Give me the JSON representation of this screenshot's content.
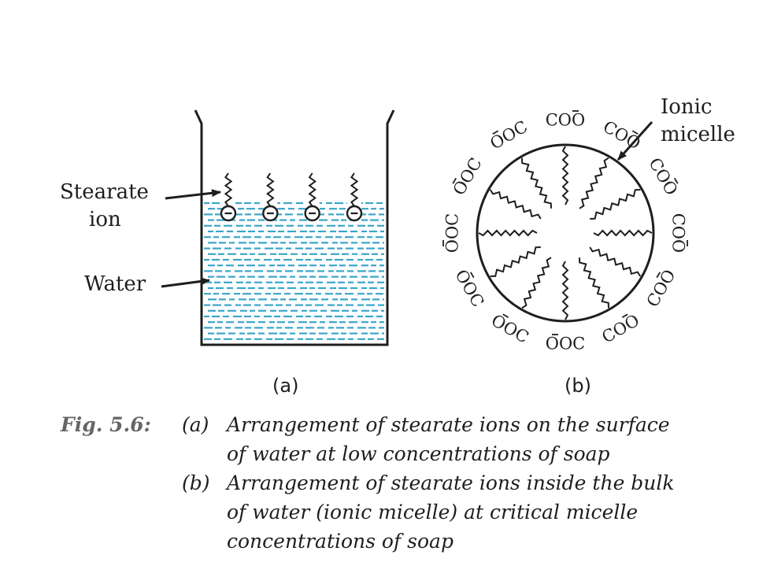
{
  "diagram_a": {
    "label_stearate_line1": "Stearate",
    "label_stearate_line2": "ion",
    "label_water": "Water",
    "sublabel": "(a)",
    "ion_count": 4
  },
  "diagram_b": {
    "label_micelle_line1": "Ionic",
    "label_micelle_line2": "micelle",
    "sublabel": "(b)",
    "head_group_right": "COO",
    "head_group_left": "OOC",
    "chain_count": 12
  },
  "caption": {
    "fig_label": "Fig. 5.6:",
    "part_a_marker": "(a)",
    "part_a_line1": "Arrangement of stearate ions on the surface",
    "part_a_line2": "of water at low concentrations of soap",
    "part_b_marker": "(b)",
    "part_b_line1": "Arrangement of stearate ions inside the bulk",
    "part_b_line2": "of water (ionic micelle) at critical micelle",
    "part_b_line3": "concentrations of soap"
  },
  "colors": {
    "water": "#3aa6c9",
    "ink": "#1e1e1e",
    "caption_fig": "#666666"
  }
}
